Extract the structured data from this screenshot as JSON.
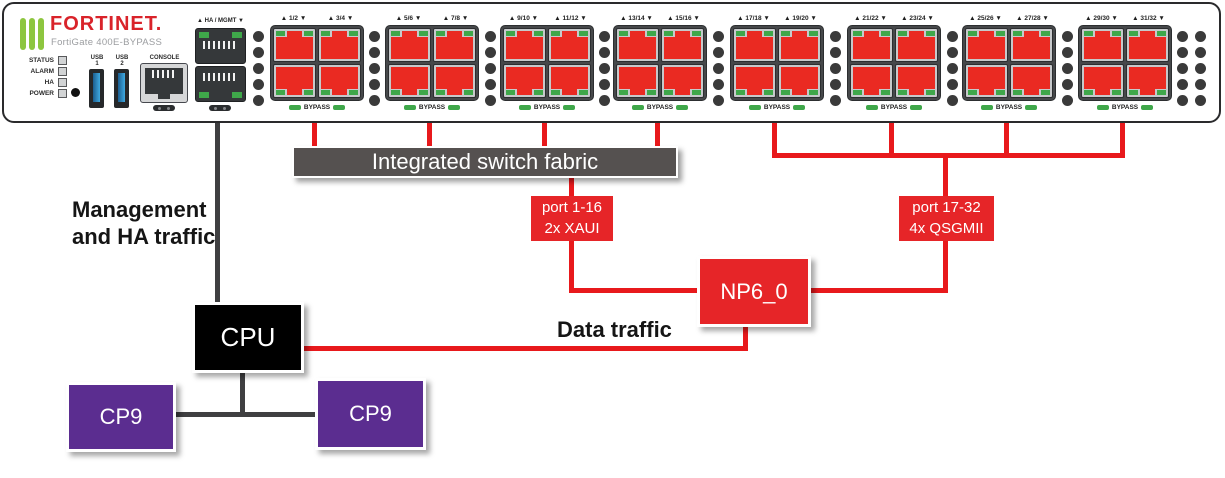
{
  "panel": {
    "brand": "FORTINET.",
    "model": "FortiGate 400E-BYPASS",
    "led_labels": [
      "STATUS",
      "ALARM",
      "HA",
      "POWER"
    ],
    "usb_labels": [
      "USB 1",
      "USB 2"
    ],
    "console_label": "CONSOLE",
    "ha_mgmt_label": "▲ HA / MGMT ▼",
    "bypass_label": "BYPASS",
    "port_pair_labels": [
      [
        "▲ 1/2 ▼",
        "▲ 3/4 ▼"
      ],
      [
        "▲ 5/6 ▼",
        "▲ 7/8 ▼"
      ],
      [
        "▲ 9/10 ▼",
        "▲ 11/12 ▼"
      ],
      [
        "▲ 13/14 ▼",
        "▲ 15/16 ▼"
      ],
      [
        "▲ 17/18 ▼",
        "▲ 19/20 ▼"
      ],
      [
        "▲ 21/22 ▼",
        "▲ 23/24 ▼"
      ],
      [
        "▲ 25/26 ▼",
        "▲ 27/28 ▼"
      ],
      [
        "▲ 29/30 ▼",
        "▲ 31/32 ▼"
      ]
    ]
  },
  "diagram": {
    "switch_fabric": "Integrated switch fabric",
    "left_bus": {
      "line1": "port 1-16",
      "line2": "2x XAUI"
    },
    "right_bus": {
      "line1": "port 17-32",
      "line2": "4x QSGMII"
    },
    "np6": "NP6_0",
    "cpu": "CPU",
    "cp9_left": "CP9",
    "cp9_right": "CP9",
    "management_label": {
      "line1": "Management",
      "line2": "and HA traffic"
    },
    "data_traffic_label": "Data traffic"
  },
  "colors": {
    "red": "#e8191c",
    "box_red": "#e62528",
    "port_red": "#ea2a22",
    "purple": "#5b2d90",
    "fabric_gray": "#555150",
    "line_gray": "#3f3f41",
    "led_green": "#3fa74a",
    "logo_green": "#8dc63f",
    "brand_red": "#d9232a"
  }
}
